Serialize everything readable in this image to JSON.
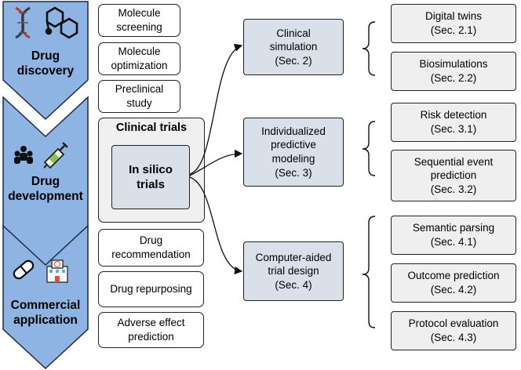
{
  "stages": [
    {
      "label": "Drug\ndiscovery",
      "icons": [
        "dna-icon",
        "molecule-icon"
      ]
    },
    {
      "label": "Drug\ndevelopment",
      "icons": [
        "people-icon",
        "syringe-icon"
      ]
    },
    {
      "label": "Commercial\napplication",
      "icons": [
        "pill-icon",
        "hospital-icon"
      ]
    }
  ],
  "discovery_items": [
    "Molecule\nscreening",
    "Molecule\noptimization",
    "Preclinical\nstudy"
  ],
  "clinical_trials": {
    "title": "Clinical trials",
    "inner": "In silico\ntrials"
  },
  "application_items": [
    "Drug\nrecommendation",
    "Drug repurposing",
    "Adverse effect\nprediction"
  ],
  "methods": [
    {
      "label": "Clinical\nsimulation\n(Sec. 2)",
      "subs": [
        "Digital twins\n(Sec. 2.1)",
        "Biosimulations\n(Sec. 2.2)"
      ]
    },
    {
      "label": "Individualized\npredictive\nmodeling\n(Sec. 3)",
      "subs": [
        "Risk detection\n(Sec. 3.1)",
        "Sequential event\nprediction\n(Sec. 3.2)"
      ]
    },
    {
      "label": "Computer-aided\ntrial design\n(Sec. 4)",
      "subs": [
        "Semantic parsing\n(Sec. 4.1)",
        "Outcome prediction\n(Sec. 4.2)",
        "Protocol evaluation\n(Sec. 4.3)"
      ]
    }
  ],
  "colors": {
    "banner": "#8db4e2",
    "banner_border": "#1f2a44",
    "method_box": "#d9e0ea",
    "sub_box": "#efefef",
    "ct_box": "#f0f0f0"
  }
}
